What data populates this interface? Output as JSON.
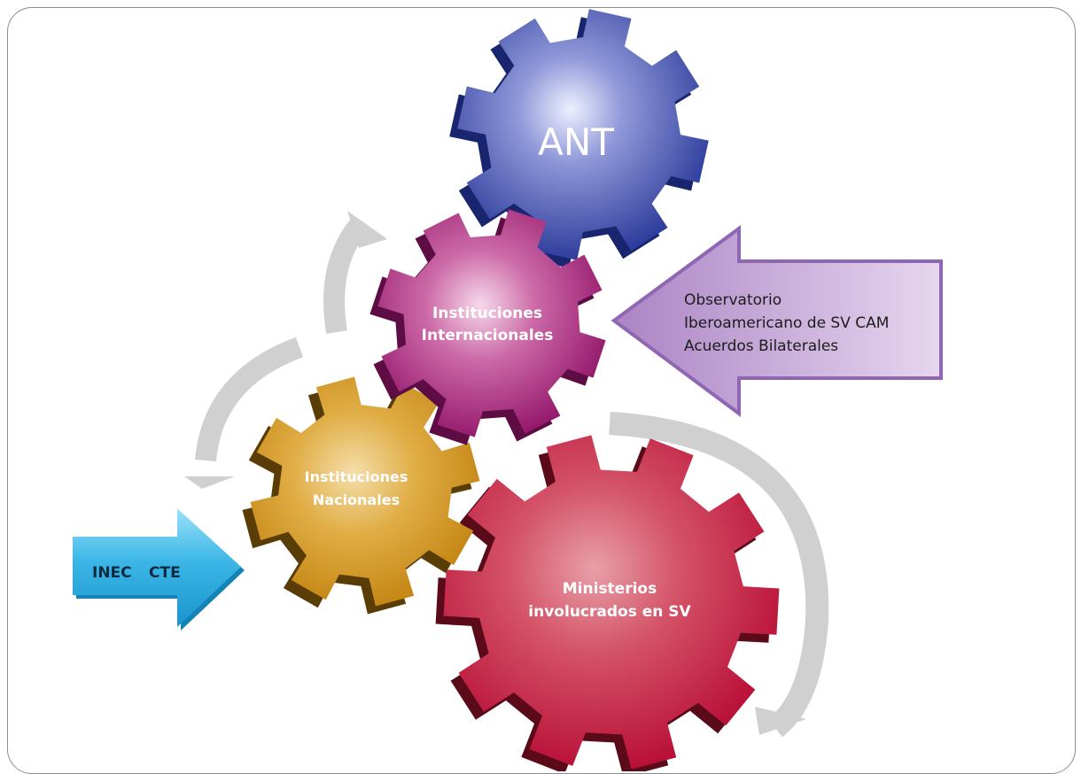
{
  "gears": {
    "ant": {
      "label": "ANT"
    },
    "internacionales": {
      "line1": "Instituciones",
      "line2": "Internacionales"
    },
    "nacionales": {
      "line1": "Instituciones",
      "line2": "Nacionales"
    },
    "ministerios": {
      "line1": "Ministerios",
      "line2": "involucrados en SV"
    }
  },
  "left_arrow": {
    "text1": "INEC",
    "text2": "CTE"
  },
  "right_arrow": {
    "line1": "Observatorio",
    "line2": "Iberoamericano de SV CAM",
    "line3": "Acuerdos Bilaterales"
  },
  "colors": {
    "ant": "#2e3d9c",
    "internacionales": "#a8247e",
    "nacionales": "#d69a1c",
    "ministerios": "#c4123f",
    "left_arrow": "#2aa9dc",
    "right_arrow": "#b48cc8",
    "cycle_arrows": "#d0d0d0"
  }
}
